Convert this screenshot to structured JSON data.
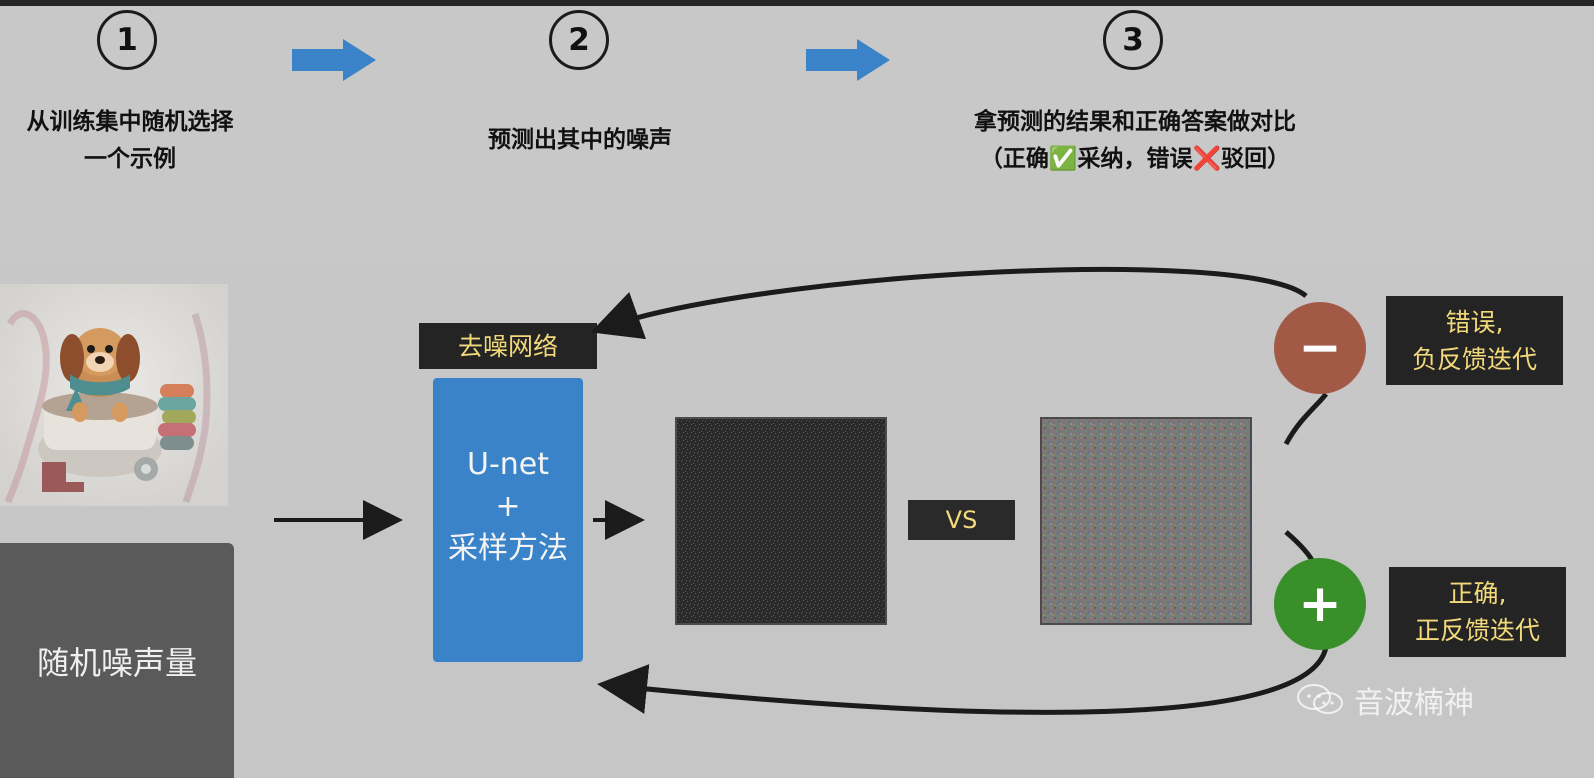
{
  "steps": [
    {
      "number": "1",
      "line1": "从训练集中随机选择",
      "line2": "一个示例"
    },
    {
      "number": "2",
      "line1": "预测出其中的噪声",
      "line2": ""
    },
    {
      "number": "3",
      "line1": "拿预测的结果和正确答案做对比",
      "line2": "（正确✅采纳，错误❌驳回）"
    }
  ],
  "left_box": {
    "label": "随机噪声量"
  },
  "network": {
    "title": "去噪网络",
    "line1": "U-net",
    "line2": "+",
    "line3": "采样方法"
  },
  "compare": {
    "label": "VS"
  },
  "feedback": {
    "negative": {
      "symbol": "−",
      "line1": "错误,",
      "line2": "负反馈迭代",
      "color": "#a25945"
    },
    "positive": {
      "symbol": "+",
      "line1": "正确,",
      "line2": "正反馈迭代",
      "color": "#39902b"
    }
  },
  "watermark": {
    "text": "音波楠神"
  },
  "colors": {
    "accent_blue": "#3a83c8",
    "label_text": "#f2d97a",
    "label_bg": "#242424",
    "background": "#c8c8c8"
  },
  "icons": {
    "steps": "numbered-circle-icon",
    "flow_arrows": "right-arrow-icon",
    "illustration": "dog-illustration-icon",
    "watermark": "wechat-icon"
  }
}
